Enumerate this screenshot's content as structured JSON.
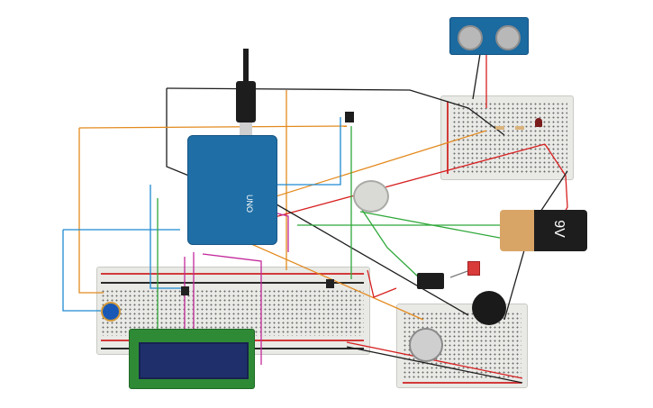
{
  "canvas": {
    "background": "#ffffff"
  },
  "components": {
    "arduino": {
      "label": "UNO",
      "color": "#1f6fa6"
    },
    "battery": {
      "label": "9V"
    },
    "lcd": {
      "display_color": "#1e2f6b"
    },
    "colors": {
      "wire_orange": "#e38a1e",
      "wire_blue": "#1e8ad3",
      "wire_green": "#2fa83a",
      "wire_black": "#1d1d1d",
      "wire_red": "#d72020",
      "wire_magenta": "#c2289a",
      "wire_gray": "#7a7a7a"
    },
    "icons": [
      "ultrasonic-sensor",
      "arduino-board",
      "lcd-display",
      "battery",
      "buzzer",
      "dc-motor",
      "potentiometer",
      "relay",
      "gas-sensor",
      "slide-switch",
      "pushbutton",
      "led",
      "usb-cable"
    ]
  }
}
